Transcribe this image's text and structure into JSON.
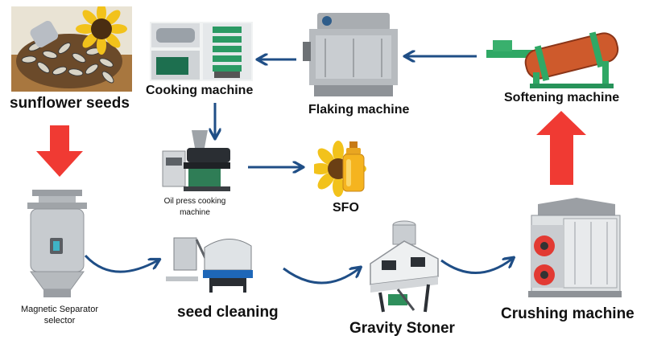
{
  "nodes": {
    "sunflower_seeds": "sunflower seeds",
    "cooking_machine": "Cooking  machine",
    "flaking_machine": "Flaking machine",
    "softening_machine": "Softening machine",
    "oil_press_line1": "Oil press cooking",
    "oil_press_line2": "machine",
    "sfo": "SFO",
    "magnetic_line1": "Magnetic Separator",
    "magnetic_line2": "selector",
    "seed_cleaning": "seed cleaning",
    "gravity_stoner": "Gravity Stoner",
    "crushing_machine": "Crushing machine"
  },
  "colors": {
    "flow_arrow": "#1f4e86",
    "highlight_arrow": "#f03a33",
    "label_text": "#111111",
    "machine_green": "#2fa865",
    "machine_grey": "#b9bcc0"
  },
  "icons": [
    "sunflower-seeds-photo",
    "cooking-machine-photo",
    "flaking-machine-photo",
    "softening-machine-photo",
    "oil-press-photo",
    "sfo-bottle-photo",
    "magnetic-separator-photo",
    "seed-cleaner-photo",
    "gravity-stoner-photo",
    "crushing-machine-photo"
  ]
}
